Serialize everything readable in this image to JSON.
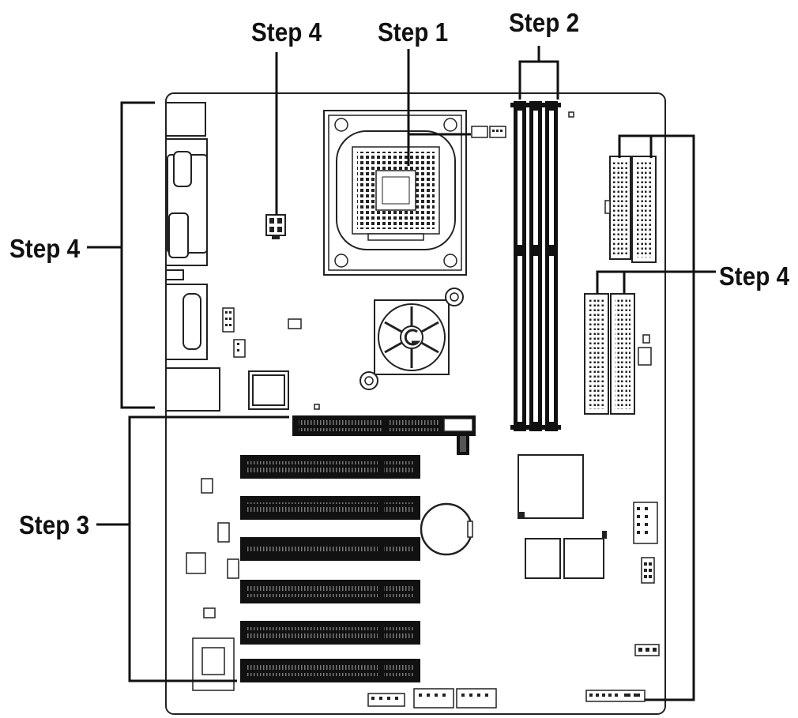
{
  "labels": {
    "step4_top": "Step 4",
    "step1": "Step 1",
    "step2": "Step 2",
    "step4_left": "Step 4",
    "step4_right": "Step 4",
    "step3": "Step 3"
  },
  "icons": {
    "chipset_logo": "gigabyte-logo"
  }
}
